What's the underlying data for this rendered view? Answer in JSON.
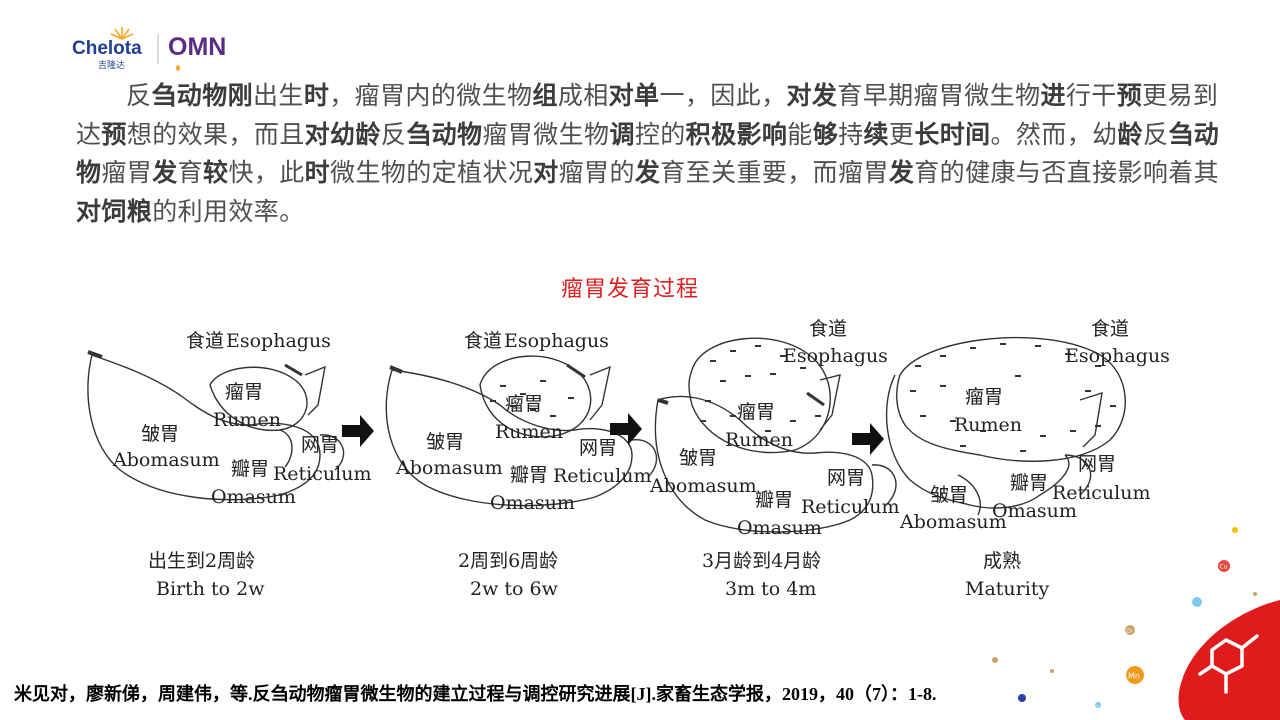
{
  "logo": {
    "brand_name": "Chelota",
    "brand_cn": "吉隆达",
    "partner_name": "OMN"
  },
  "paragraph": [
    [
      "反",
      "刍动物",
      "刚",
      "出生",
      "时",
      "，瘤胃内的微生物",
      "组",
      "成相",
      "对单",
      "一，因此，",
      "对发",
      "育早期瘤胃微生物",
      "进",
      "行干",
      "预",
      "更易到达",
      "预",
      "想的效果，而且",
      "对幼龄",
      "反",
      "刍动物",
      "瘤胃微生物",
      "调",
      "控的",
      "积极影响",
      "能",
      "够",
      "持",
      "续",
      "更",
      "长时间",
      "。然而，幼",
      "龄",
      "反",
      "刍动物",
      "瘤胃",
      "发",
      "育",
      "较",
      "快，此",
      "时",
      "微生物的定植状况",
      "对",
      "瘤胃的",
      "发",
      "育至关重要，而瘤胃",
      "发",
      "育的健康与否直接影响着其",
      "对饲粮",
      "的利用效率。"
    ]
  ],
  "diagram_title": "瘤胃发育过程",
  "stages": [
    {
      "esophagus_cn": "食道",
      "esophagus_en": "Esophagus",
      "rumen_cn": "瘤胃",
      "rumen_en": "Rumen",
      "abomasum_cn": "皱胃",
      "abomasum_en": "Abomasum",
      "omasum_cn": "瓣胃",
      "omasum_en": "Omasum",
      "reticulum_cn": "网胃",
      "reticulum_en": "Reticulum",
      "age_cn": "出生到2周龄",
      "age_en": "Birth to 2w"
    },
    {
      "esophagus_cn": "食道",
      "esophagus_en": "Esophagus",
      "rumen_cn": "瘤胃",
      "rumen_en": "Rumen",
      "abomasum_cn": "皱胃",
      "abomasum_en": "Abomasum",
      "omasum_cn": "瓣胃",
      "omasum_en": "Omasum",
      "reticulum_cn": "网胃",
      "reticulum_en": "Reticulum",
      "age_cn": "2周到6周龄",
      "age_en": "2w to 6w"
    },
    {
      "esophagus_cn": "食道",
      "esophagus_en": "Esophagus",
      "rumen_cn": "瘤胃",
      "rumen_en": "Rumen",
      "abomasum_cn": "皱胃",
      "abomasum_en": "Abomasum",
      "omasum_cn": "瓣胃",
      "omasum_en": "Omasum",
      "reticulum_cn": "网胃",
      "reticulum_en": "Reticulum",
      "age_cn": "3月龄到4月龄",
      "age_en": "3m to 4m"
    },
    {
      "esophagus_cn": "食道",
      "esophagus_en": "Esophagus",
      "rumen_cn": "瘤胃",
      "rumen_en": "Rumen",
      "abomasum_cn": "皱胃",
      "abomasum_en": "Abomasum",
      "omasum_cn": "瓣胃",
      "omasum_en": "Omasum",
      "reticulum_cn": "网胃",
      "reticulum_en": "Reticulum",
      "age_cn": "成熟",
      "age_en": "Maturity"
    }
  ],
  "citation": "米见对，廖新俤，周建伟，等.反刍动物瘤胃微生物的建立过程与调控研究进展[J].家畜生态学报，2019，40（7）：1-8.",
  "decorations": {
    "element_symbols": [
      "Cu",
      "Zn",
      "Mn",
      "Fe"
    ],
    "bubble_colors": [
      "#f5c400",
      "#e8473c",
      "#7ec8f0",
      "#c9a36a",
      "#f39a1e",
      "#2f3fb0"
    ],
    "corner_color": "#e01b1b"
  },
  "colors": {
    "text": "#505050",
    "title_red": "#e02020",
    "brand_blue": "#1f3f8f",
    "brand_purple": "#5a2d82"
  }
}
